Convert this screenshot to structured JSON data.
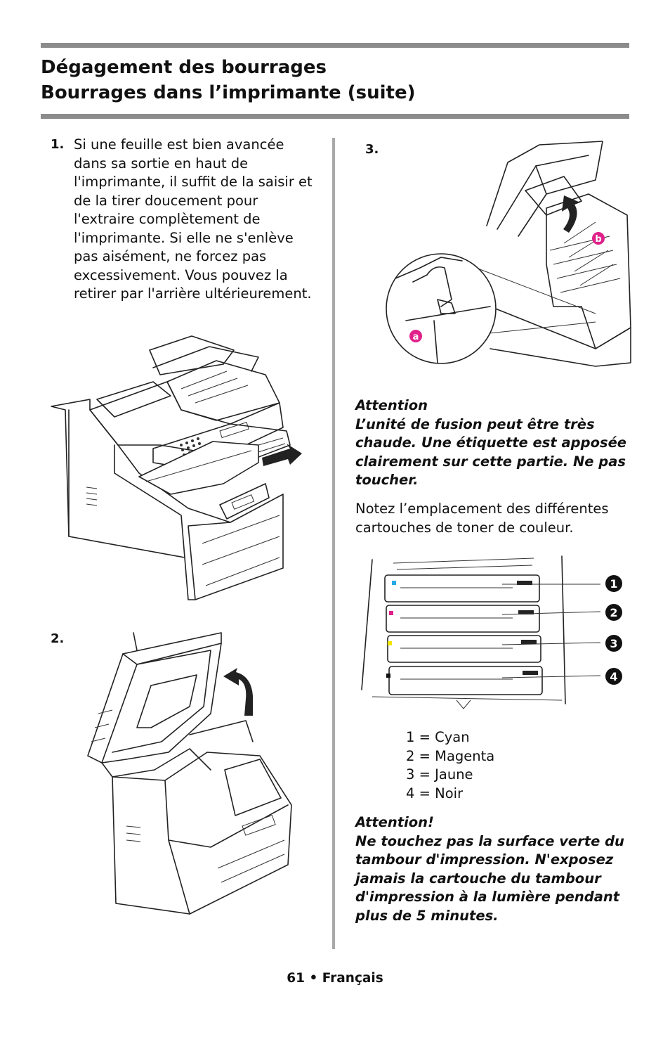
{
  "header": {
    "title_line1": "Dégagement des bourrages",
    "title_line2": "Bourrages dans l’imprimante  (suite)"
  },
  "step1": {
    "number": "1.",
    "text": "Si une feuille est bien avancée dans sa sortie en haut de l'imprimante, il suffit de la saisir et de la tirer doucement pour l'extraire complètement de l'imprimante. Si elle ne s'enlève pas aisément, ne forcez pas excessivement. Vous pouvez la retirer par l'arrière ultérieurement."
  },
  "step2": {
    "number": "2."
  },
  "step3": {
    "number": "3.",
    "callout_a": "a",
    "callout_b": "b"
  },
  "attention1": {
    "heading": "Attention",
    "text": "L’unité de fusion peut être très chaude. Une étiquette est apposée clairement sur cette partie. Ne pas toucher."
  },
  "note": {
    "text": "Notez l’emplacement des différentes cartouches de toner de couleur."
  },
  "cartridge_markers": [
    "1",
    "2",
    "3",
    "4"
  ],
  "cartridge_colors": [
    "#27a9e1",
    "#e0218a",
    "#f2e600",
    "#111111"
  ],
  "legend": [
    "1 = Cyan",
    "2 = Magenta",
    "3 = Jaune",
    "4 = Noir"
  ],
  "attention2": {
    "heading": "Attention!",
    "text": "Ne touchez pas la surface verte du tambour d'impression. N'exposez jamais la cartouche du tambour d'impression à la lumière pendant plus de 5 minutes."
  },
  "callout_color": "#e0218a",
  "footer": {
    "page_number": "61",
    "bullet": "•",
    "language": "Français"
  }
}
